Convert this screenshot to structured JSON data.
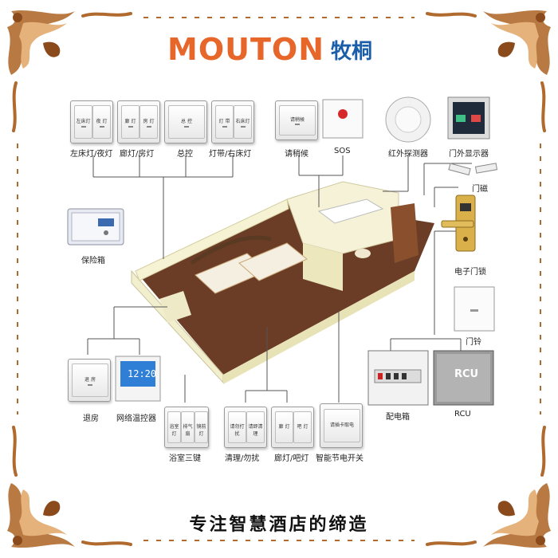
{
  "brand": {
    "name_en": "MOUTON",
    "name_cn": "牧桐"
  },
  "tagline": "专注智慧酒店的缔造",
  "devices": {
    "bed_night": {
      "label": "左床灯/夜灯",
      "keys": [
        "左床灯",
        "夜 灯"
      ]
    },
    "corridor_room": {
      "label": "廊灯/房灯",
      "keys": [
        "廊 灯",
        "房 灯"
      ]
    },
    "master": {
      "label": "总控",
      "keys": [
        "总 控"
      ]
    },
    "strip_bed": {
      "label": "灯带/右床灯",
      "keys": [
        "灯 带",
        "右床灯"
      ]
    },
    "please_wait": {
      "label": "请稍候",
      "keys": [
        "请稍候"
      ]
    },
    "sos": {
      "label": "SOS"
    },
    "ir_detector": {
      "label": "红外探测器"
    },
    "door_display": {
      "label": "门外显示器"
    },
    "door_contact": {
      "label": "门磁"
    },
    "safe": {
      "label": "保险箱"
    },
    "e_lock": {
      "label": "电子门锁"
    },
    "doorbell": {
      "label": "门铃"
    },
    "checkout": {
      "label": "退房",
      "keys": [
        "退 房"
      ]
    },
    "thermostat": {
      "label": "网络温控器",
      "time": "12:20"
    },
    "bath_three": {
      "label": "浴室三键",
      "keys": [
        "浴室灯",
        "排气扇",
        "镜前灯"
      ]
    },
    "clean_dnd": {
      "label": "清理/勿扰",
      "keys": [
        "请勿打扰",
        "请即清理"
      ]
    },
    "corridor_bar": {
      "label": "廊灯/吧灯",
      "keys": [
        "廊 灯",
        "吧 灯"
      ]
    },
    "energy_switch": {
      "label": "智能节电开关",
      "keys": [
        "请插卡取电"
      ]
    },
    "distribution_box": {
      "label": "配电箱"
    },
    "rcu": {
      "label": "RCU",
      "panel_text": "RCU"
    }
  },
  "colors": {
    "brand_orange": "#e7662a",
    "brand_blue": "#1a5da8",
    "ornament": "#b06a2e",
    "floor": "#6b3c26",
    "wall": "#f4f0c8"
  }
}
